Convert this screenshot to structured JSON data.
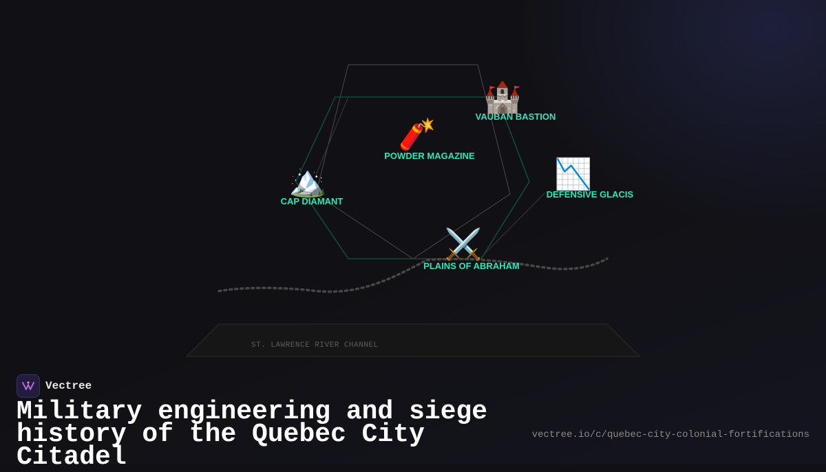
{
  "diagram": {
    "nodes": [
      {
        "id": "vauban",
        "label": "VAUBAN BASTION",
        "icon": "castle-icon",
        "emoji": "🏰"
      },
      {
        "id": "powder",
        "label": "POWDER MAGAZINE",
        "icon": "firecracker-icon",
        "emoji": "🧨"
      },
      {
        "id": "cap",
        "label": "CAP DIAMANT",
        "icon": "mountain-icon",
        "emoji": "🏔️"
      },
      {
        "id": "glacis",
        "label": "DEFENSIVE GLACIS",
        "icon": "chart-decreasing-icon",
        "emoji": "📉"
      },
      {
        "id": "plains",
        "label": "PLAINS OF ABRAHAM",
        "icon": "crossed-swords-icon",
        "emoji": "⚔️"
      }
    ],
    "channel_label": "ST. LAWRENCE RIVER CHANNEL"
  },
  "brand": {
    "name": "Vectree",
    "icon": "vectree-logo-icon"
  },
  "title": "Military engineering and siege history of the Quebec City Citadel",
  "url": "vectree.io/c/quebec-city-colonial-fortifications",
  "colors": {
    "background": "#111115",
    "label": "#2fe4b8",
    "hexagon": "#0f4a3d",
    "outline": "#4a4a4a",
    "river": "#474747",
    "brand_bg": "#221d3f"
  }
}
